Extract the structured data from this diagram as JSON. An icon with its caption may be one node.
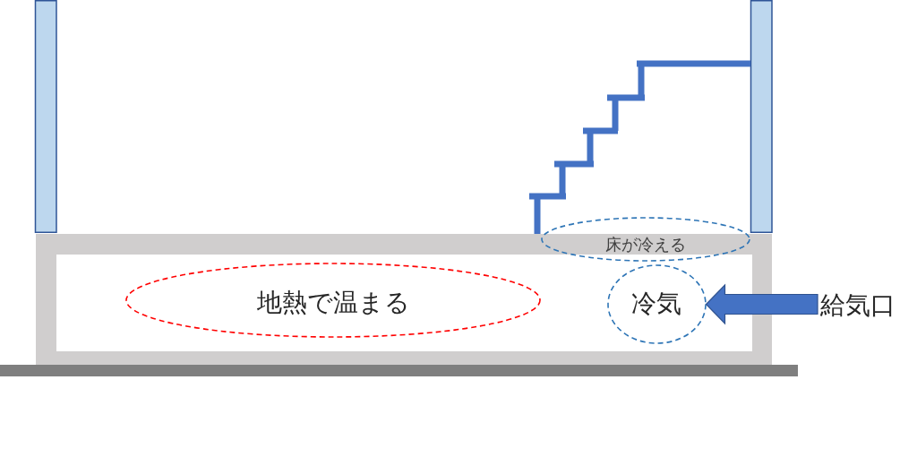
{
  "diagram": {
    "nodes": [
      {
        "text": [
          "床が冷える"
        ]
      },
      {
        "text": [
          "地熱で温まる"
        ]
      },
      {
        "text": [
          "冷気"
        ]
      },
      {
        "text": [
          "給気口"
        ]
      }
    ],
    "edges": [
      {
        "from": 3,
        "to": 2,
        "arrow": "to"
      }
    ]
  }
}
